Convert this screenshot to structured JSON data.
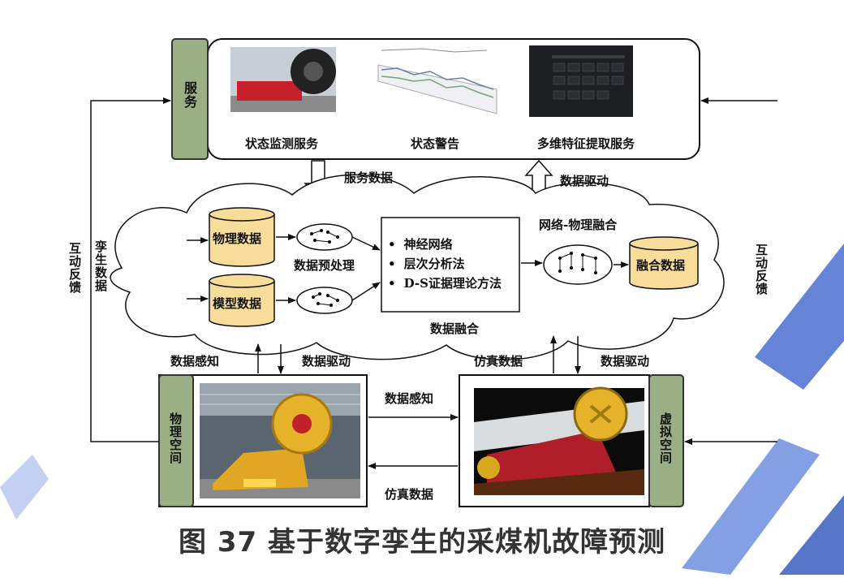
{
  "service": {
    "side_label": "服务",
    "items": [
      {
        "label": "状态监测服务",
        "image_desc": "shearer-machine-photo"
      },
      {
        "label": "状态警告",
        "image_desc": "waveform-chart"
      },
      {
        "label": "多维特征提取服务",
        "image_desc": "software-screen"
      }
    ]
  },
  "arrows": {
    "service_data": "服务数据",
    "data_drive_top": "数据驱动",
    "data_perception_left": "数据感知",
    "data_drive_left": "数据驱动",
    "sim_data_right": "仿真数据",
    "data_drive_right": "数据驱动",
    "data_perception_mid": "数据感知",
    "sim_data_mid": "仿真数据"
  },
  "cloud": {
    "physical_data": "物理数据",
    "model_data": "模型数据",
    "preprocess": "数据预处理",
    "methods": [
      "神经网络",
      "层次分析法",
      "D-S证据理论方法"
    ],
    "network_physical_fusion": "网络-物理融合",
    "fused_data": "融合数据",
    "data_fusion": "数据融合"
  },
  "side": {
    "left_outer": "互动反馈",
    "left_inner": "孪生数据",
    "right_outer": "互动反馈"
  },
  "physical_space": "物理空间",
  "virtual_space": "虚拟空间",
  "caption": "图 37 基于数字孪生的采煤机故障预测",
  "colors": {
    "cylinder": "#f8dd9a",
    "tag": "#9ab084",
    "watermark": "#3b5fc0"
  }
}
